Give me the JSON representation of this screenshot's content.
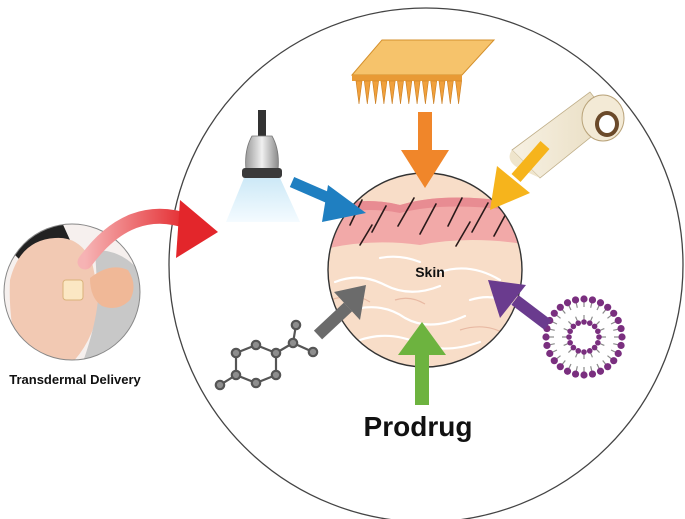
{
  "labels": {
    "left_caption": "Transdermal Delivery",
    "center": "Skin",
    "bottom": "Prodrug"
  },
  "colors": {
    "red_arrow": "#e3262b",
    "blue_arrow": "#1f7fc1",
    "orange_arrow": "#f0862a",
    "yellow_arrow": "#f6b41c",
    "purple_arrow": "#6a3b8e",
    "green_arrow": "#6db33f",
    "gray_arrow": "#6b6b6b",
    "microneedle": "#f3b04a",
    "skin_pink": "#f2b8b3",
    "liposome": "#7a2f7f"
  },
  "icons": [
    "patch-on-arm-icon",
    "ultrasound-probe-icon",
    "microneedle-patch-icon",
    "adhesive-tape-roll-icon",
    "liposome-icon",
    "molecule-icon",
    "skin-cross-section-icon"
  ]
}
